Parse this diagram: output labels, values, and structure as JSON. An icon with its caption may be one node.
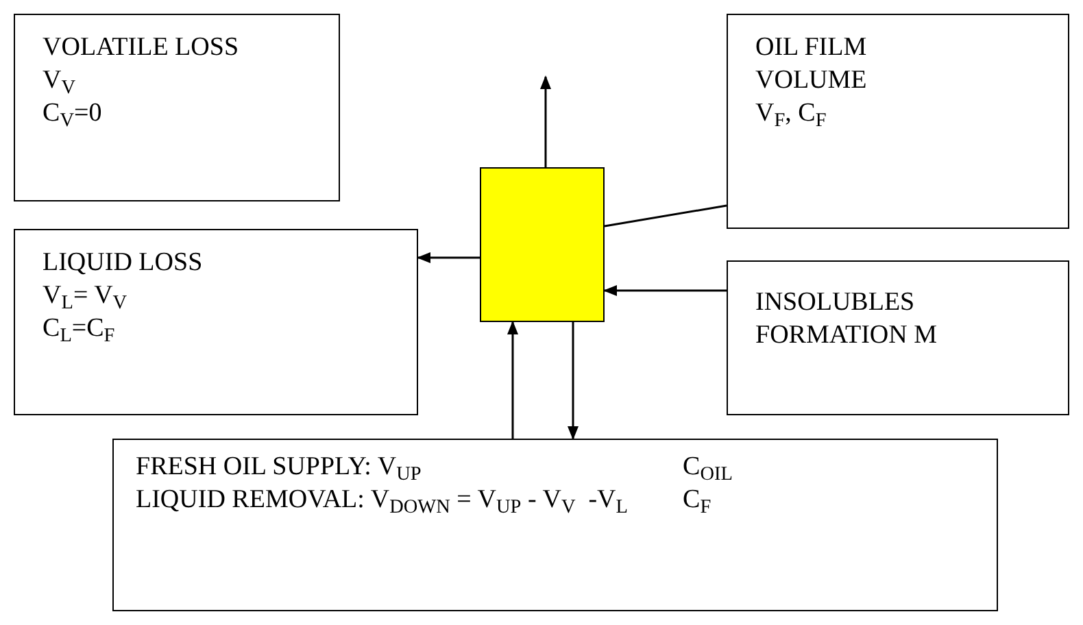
{
  "diagram": {
    "nodes": [
      {
        "text": [
          "VOLATILE LOSS",
          "V$_{V}$",
          "C$_{V}$=0"
        ]
      },
      {
        "text": [
          "OIL FILM VOLUME",
          "V$_{F}$, C$_{F}$"
        ]
      },
      {
        "text": [
          "LIQUID LOSS",
          "V$_{L}$= V$_{V}$",
          "C$_{L}$=C$_{F}$"
        ]
      },
      {
        "text": [],
        "shape": "box"
      },
      {
        "text": [
          "INSOLUBLES FORMATION M"
        ]
      },
      {
        "text": [
          "FRESH OIL SUPPLY: V$_{UP}$",
          "C$_{OIL}$",
          "LIQUID REMOVAL: V$_{DOWN}$ = V$_{UP}$ - V$_{V}$  -V$_{L}$",
          "C$_{F}$"
        ]
      }
    ],
    "edges": [
      {
        "from": 3,
        "to": null,
        "arrow": "to"
      },
      {
        "from": 3,
        "to": 2,
        "arrow": "to"
      },
      {
        "from": 1,
        "to": 3,
        "arrow": "none"
      },
      {
        "from": 4,
        "to": 3,
        "arrow": "to"
      },
      {
        "from": 5,
        "to": 3,
        "arrow": "to"
      },
      {
        "from": 3,
        "to": 5,
        "arrow": "to"
      }
    ]
  }
}
